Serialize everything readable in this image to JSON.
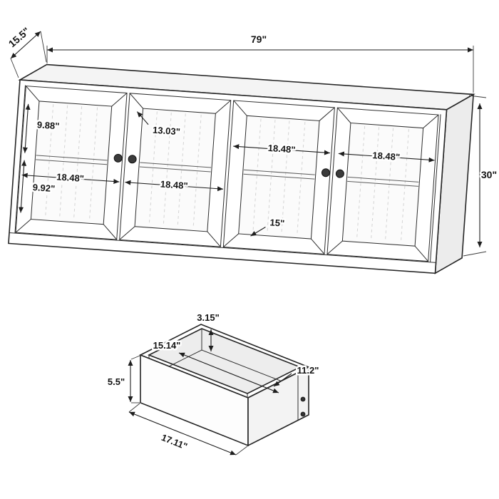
{
  "cabinet": {
    "width": "79\"",
    "depth": "15.5\"",
    "height": "30\"",
    "interior_widths": [
      "18.48\"",
      "18.48\"",
      "18.48\"",
      "18.48\""
    ],
    "interior_heights": {
      "upper": "9.88\"",
      "opening": "13.03\"",
      "lower": "9.92\"",
      "bottom": "15\""
    }
  },
  "drawer": {
    "width": "17.11\"",
    "interior_width": "15.14\"",
    "depth": "11.2\"",
    "front_height": "5.5\"",
    "back_height": "3.15\""
  },
  "colors": {
    "line": "#262626",
    "background": "#ffffff",
    "glass": "#fbfbfb"
  }
}
